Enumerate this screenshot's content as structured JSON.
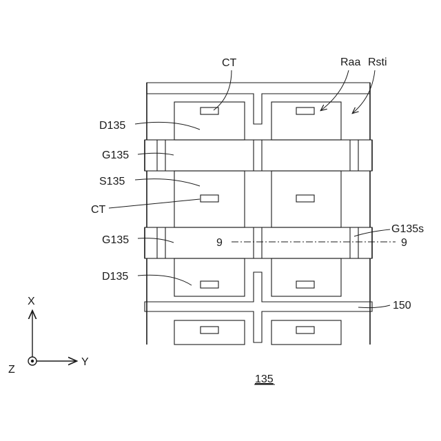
{
  "figure": {
    "number": "135",
    "labels": {
      "ct_top": "CT",
      "raa": "Raa",
      "rsti": "Rsti",
      "d135_top": "D135",
      "g135_top": "G135",
      "s135": "S135",
      "ct_mid": "CT",
      "g135_bottom": "G135",
      "g135s": "G135s",
      "d135_bottom": "D135",
      "ref150": "150",
      "section_left": "9",
      "section_right": "9"
    },
    "axes": {
      "x": "X",
      "y": "Y",
      "z": "Z"
    }
  }
}
